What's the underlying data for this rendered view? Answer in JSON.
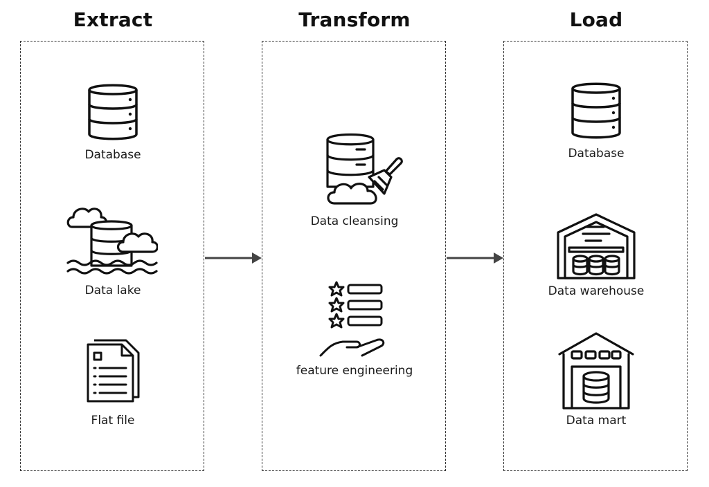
{
  "stages": [
    {
      "title": "Extract",
      "items": [
        {
          "label": "Database",
          "icon": "database-icon"
        },
        {
          "label": "Data lake",
          "icon": "data-lake-icon"
        },
        {
          "label": "Flat file",
          "icon": "flat-file-icon"
        }
      ]
    },
    {
      "title": "Transform",
      "items": [
        {
          "label": "Data cleansing",
          "icon": "data-cleansing-icon"
        },
        {
          "label": "feature engineering",
          "icon": "feature-engineering-icon"
        }
      ]
    },
    {
      "title": "Load",
      "items": [
        {
          "label": "Database",
          "icon": "database-icon"
        },
        {
          "label": "Data warehouse",
          "icon": "warehouse-icon"
        },
        {
          "label": "Data mart",
          "icon": "data-mart-icon"
        }
      ]
    }
  ],
  "colors": {
    "stroke": "#111111",
    "border": "#333333",
    "arrow": "#444444"
  }
}
